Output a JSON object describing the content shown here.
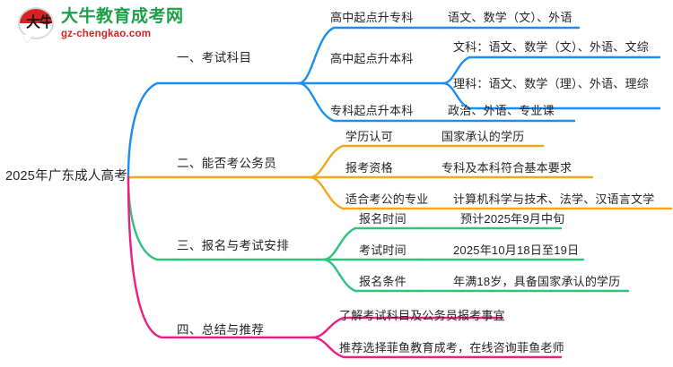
{
  "logo": {
    "mark_text": "大牛",
    "title": "大牛教育成考网",
    "subtitle": "gz-chengkao.com",
    "brand_green": "#1f9e4a",
    "brand_red": "#d62222"
  },
  "mindmap": {
    "root": "2025年广东成人高考",
    "colors": {
      "branch1": "#1C8EF0",
      "branch2": "#F2A81C",
      "branch3": "#2EC27E",
      "branch4": "#EC1E84"
    },
    "branches": [
      {
        "label": "一、考试科目",
        "color_key": "branch1",
        "children": [
          {
            "label": "高中起点升专科",
            "values": [
              "语文、数学（文）、外语"
            ]
          },
          {
            "label": "高中起点升本科",
            "values": [
              "文科：语文、数学（文）、外语、文综",
              "理科：语文、数学（理）、外语、理综"
            ]
          },
          {
            "label": "专科起点升本科",
            "values": [
              "政治、外语、专业课"
            ]
          }
        ]
      },
      {
        "label": "二、能否考公务员",
        "color_key": "branch2",
        "children": [
          {
            "label": "学历认可",
            "values": [
              "国家承认的学历"
            ]
          },
          {
            "label": "报考资格",
            "values": [
              "专科及本科符合基本要求"
            ]
          },
          {
            "label": "适合考公的专业",
            "values": [
              "计算机科学与技术、法学、汉语言文学"
            ]
          }
        ]
      },
      {
        "label": "三、报名与考试安排",
        "color_key": "branch3",
        "children": [
          {
            "label": "报名时间",
            "values": [
              "预计2025年9月中旬"
            ]
          },
          {
            "label": "考试时间",
            "values": [
              "2025年10月18日至19日"
            ]
          },
          {
            "label": "报名条件",
            "values": [
              "年满18岁，具备国家承认的学历"
            ]
          }
        ]
      },
      {
        "label": "四、总结与推荐",
        "color_key": "branch4",
        "children": [
          {
            "label": "了解考试科目及公务员报考事宜",
            "values": []
          },
          {
            "label": "推荐选择菲鱼教育成考，在线咨询菲鱼老师",
            "values": []
          }
        ]
      }
    ]
  }
}
